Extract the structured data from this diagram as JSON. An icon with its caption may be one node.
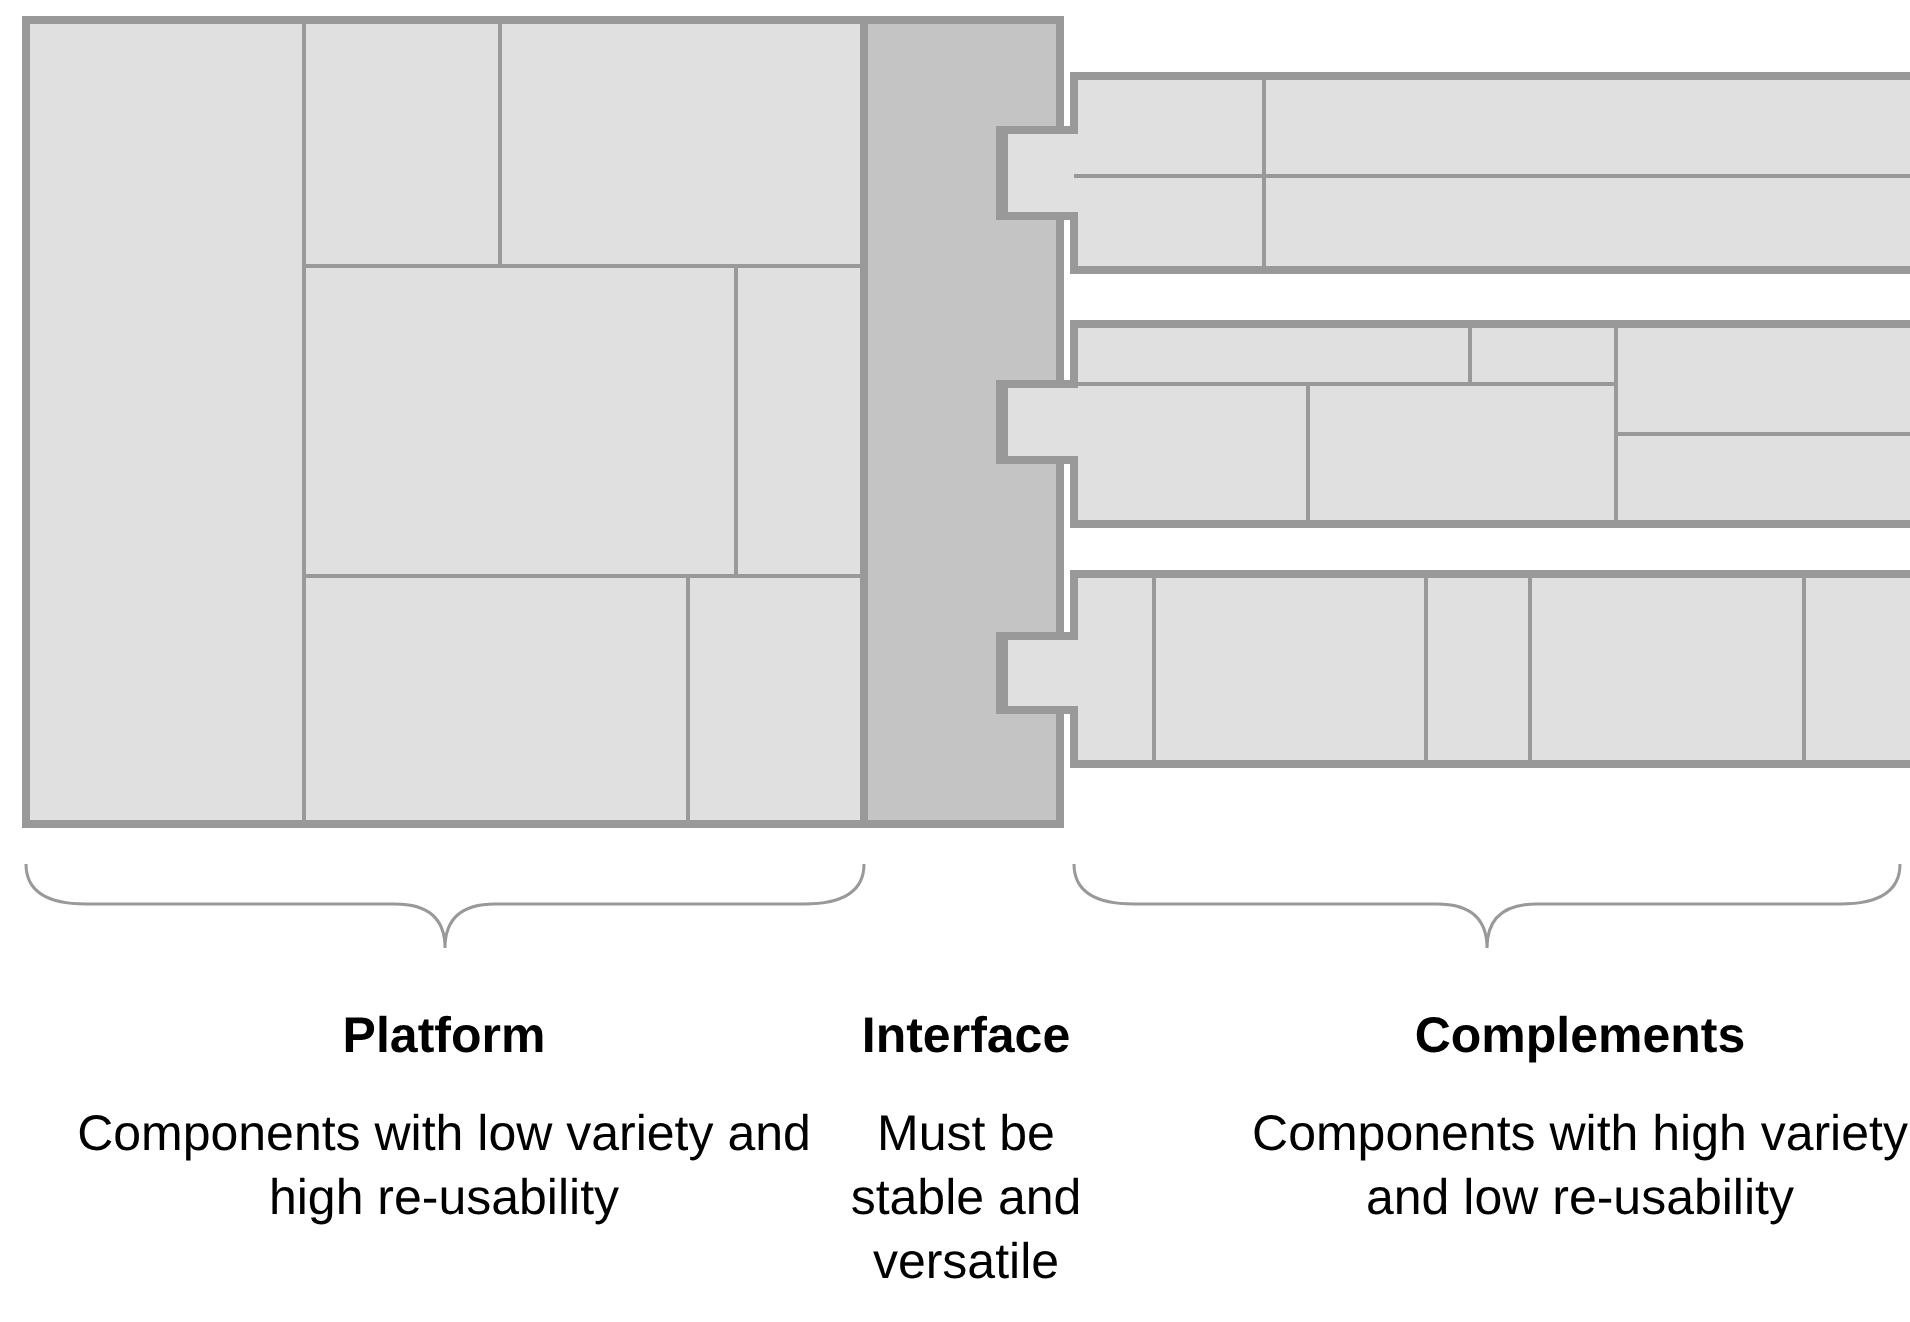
{
  "diagram": {
    "labels": [
      "Platform",
      "Components with low variety and high re-usability",
      "Interface",
      "Must be stable and versatile",
      "Complements",
      "Components with high variety and low re-usability"
    ]
  }
}
